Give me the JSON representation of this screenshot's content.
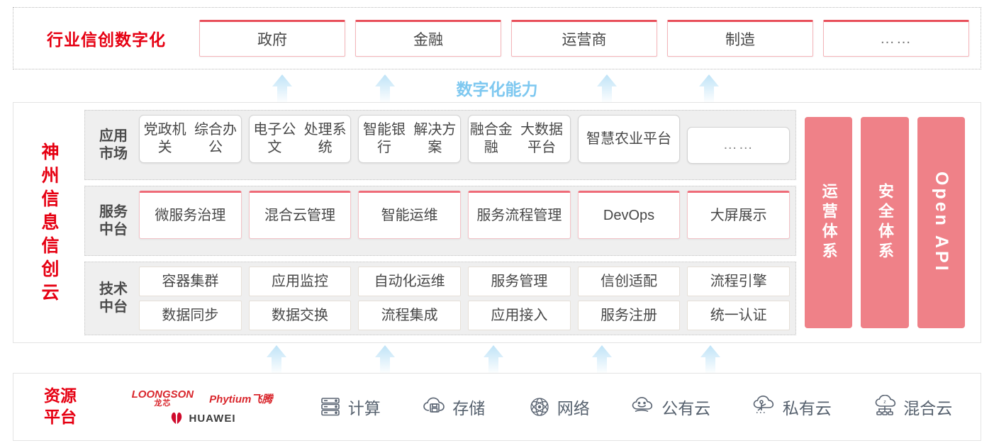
{
  "industry": {
    "title": "行业信创数字化",
    "boxes": [
      {
        "label": "政府"
      },
      {
        "label": "金融"
      },
      {
        "label": "运营商"
      },
      {
        "label": "制造"
      },
      {
        "label": "……"
      }
    ]
  },
  "connector_top": {
    "caption": "数字化能力",
    "caption_color": "#7ec8f0",
    "arrow_color": "#bfe3f7",
    "arrow_count": 4
  },
  "connector_bottom": {
    "arrow_color": "#bfe3f7",
    "arrow_count": 5
  },
  "cloud": {
    "title": "神州信息信创云",
    "layers": [
      {
        "name": "app-market",
        "label": "应用市场",
        "items": [
          {
            "label": "党政机关\n综合办公"
          },
          {
            "label": "电子公文\n处理系统"
          },
          {
            "label": "智能银行\n解决方案"
          },
          {
            "label": "融合金融\n大数据平台"
          },
          {
            "label": "智慧农业\n平台"
          },
          {
            "label": "……"
          }
        ]
      },
      {
        "name": "service-platform",
        "label": "服务中台",
        "items": [
          {
            "label": "微服务\n治理"
          },
          {
            "label": "混合云\n管理"
          },
          {
            "label": "智能运维"
          },
          {
            "label": "服务流程\n管理"
          },
          {
            "label": "DevOps"
          },
          {
            "label": "大屏展示"
          }
        ]
      },
      {
        "name": "tech-platform",
        "label": "技术中台",
        "rows": [
          [
            "容器集群",
            "应用监控",
            "自动化运维",
            "服务管理",
            "信创适配",
            "流程引擎"
          ],
          [
            "数据同步",
            "数据交换",
            "流程集成",
            "应用接入",
            "服务注册",
            "统一认证"
          ]
        ]
      }
    ],
    "side_panels": [
      {
        "label": "运营体系",
        "lang": "cn"
      },
      {
        "label": "安全体系",
        "lang": "cn"
      },
      {
        "label": "Open API",
        "lang": "en"
      }
    ],
    "panel_color": "#ef8188",
    "layer_bg": "#efefef"
  },
  "resource": {
    "title": "资源平台",
    "vendors": [
      {
        "name": "LOONGSON",
        "sub": "龙芯",
        "icon": "loongson-logo"
      },
      {
        "name": "Phytium飞腾",
        "icon": "phytium-logo"
      },
      {
        "name": "HUAWEI",
        "icon": "huawei-logo"
      }
    ],
    "items": [
      {
        "label": "计算",
        "icon": "server-icon"
      },
      {
        "label": "存储",
        "icon": "cloud-storage-icon"
      },
      {
        "label": "网络",
        "icon": "network-mesh-icon"
      },
      {
        "label": "公有云",
        "icon": "public-cloud-icon"
      },
      {
        "label": "私有云",
        "icon": "private-cloud-icon"
      },
      {
        "label": "混合云",
        "icon": "hybrid-cloud-icon"
      }
    ]
  },
  "theme": {
    "brand_red": "#e60012",
    "pink": "#ef8188",
    "accent_top_border": "#e8505b",
    "arrow_blue": "#bfe3f7",
    "caption_blue": "#7ec8f0"
  }
}
